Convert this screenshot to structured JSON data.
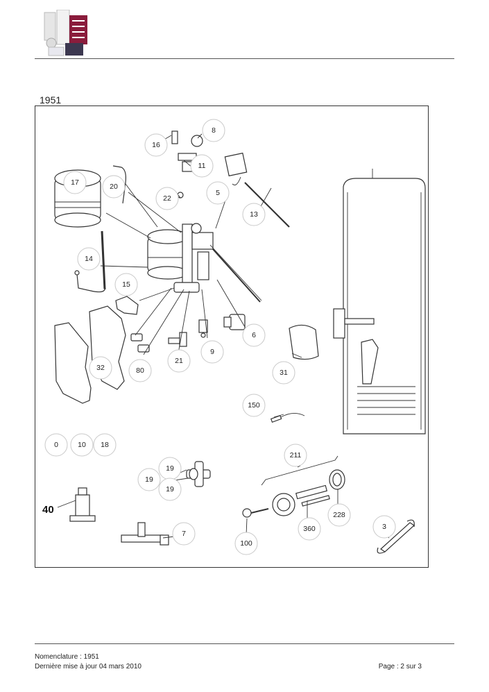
{
  "header": {
    "diagram_title": "1951"
  },
  "diagram": {
    "callouts": [
      {
        "id": "8",
        "label": "8"
      },
      {
        "id": "16",
        "label": "16"
      },
      {
        "id": "11",
        "label": "11"
      },
      {
        "id": "17",
        "label": "17"
      },
      {
        "id": "20",
        "label": "20"
      },
      {
        "id": "22",
        "label": "22"
      },
      {
        "id": "5",
        "label": "5"
      },
      {
        "id": "13",
        "label": "13"
      },
      {
        "id": "14",
        "label": "14"
      },
      {
        "id": "15",
        "label": "15"
      },
      {
        "id": "6",
        "label": "6"
      },
      {
        "id": "9",
        "label": "9"
      },
      {
        "id": "21",
        "label": "21"
      },
      {
        "id": "32",
        "label": "32"
      },
      {
        "id": "80",
        "label": "80"
      },
      {
        "id": "31",
        "label": "31"
      },
      {
        "id": "150",
        "label": "150"
      },
      {
        "id": "0",
        "label": "0"
      },
      {
        "id": "10",
        "label": "10"
      },
      {
        "id": "18",
        "label": "18"
      },
      {
        "id": "211",
        "label": "211"
      },
      {
        "id": "19a",
        "label": "19"
      },
      {
        "id": "19b",
        "label": "19"
      },
      {
        "id": "19c",
        "label": "19"
      },
      {
        "id": "228",
        "label": "228"
      },
      {
        "id": "360",
        "label": "360"
      },
      {
        "id": "3",
        "label": "3"
      },
      {
        "id": "7",
        "label": "7"
      },
      {
        "id": "100",
        "label": "100"
      }
    ],
    "bold_label": "40"
  },
  "footer": {
    "nomenclature": "Nomenclature : 1951",
    "updated": "Dernière mise à jour 04 mars 2010",
    "page": "Page : 2 sur 3"
  }
}
